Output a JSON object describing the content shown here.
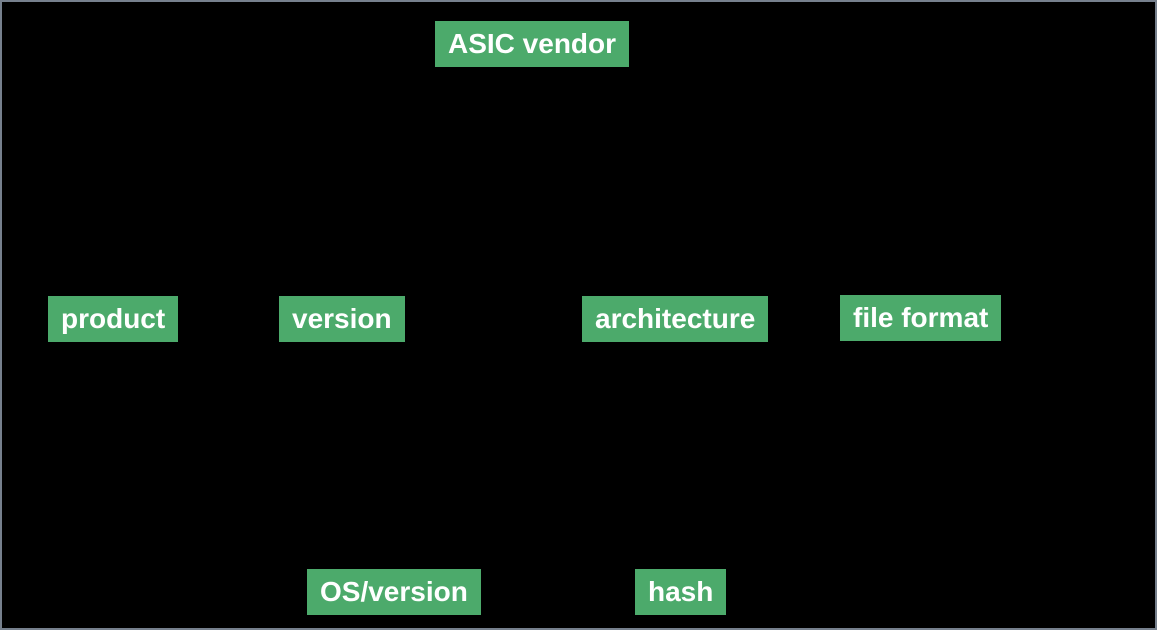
{
  "figure": {
    "labels": {
      "asic_vendor": "ASIC vendor",
      "product": "product",
      "version": "version",
      "architecture": "architecture",
      "file_format": "file format",
      "os_version": "OS/version",
      "hash": "hash"
    },
    "colors": {
      "background": "#000000",
      "border": "#76808d",
      "label_background": "#4caa6b",
      "label_text": "#ffffff"
    }
  }
}
